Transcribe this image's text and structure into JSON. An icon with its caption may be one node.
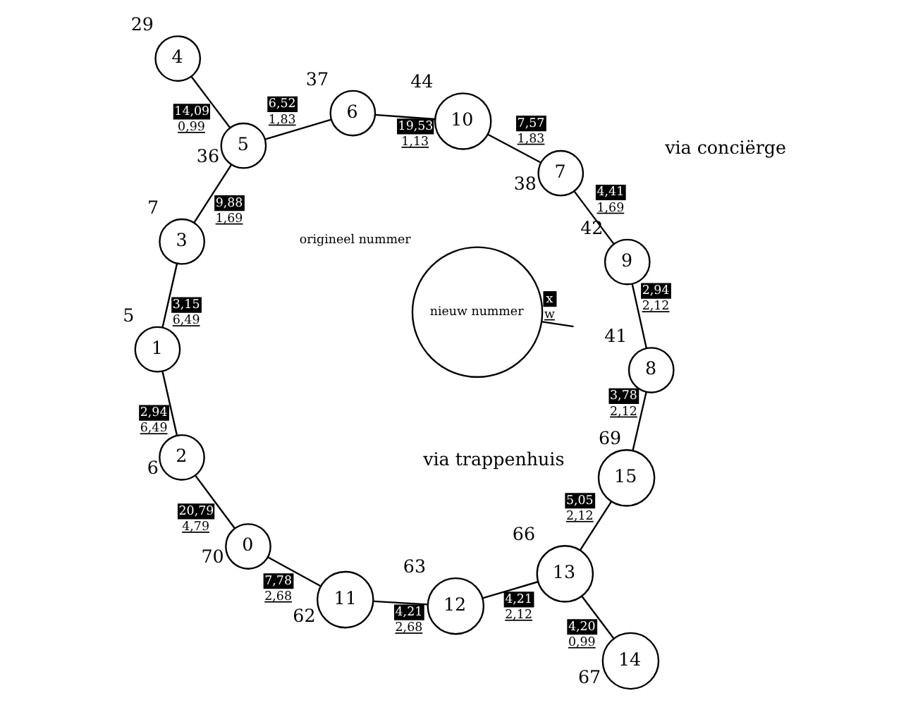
{
  "diagram": {
    "nodes": [
      {
        "text": [
          "4"
        ],
        "beside": [
          "29"
        ]
      },
      {
        "text": [
          "1"
        ],
        "beside": [
          "5"
        ]
      },
      {
        "text": [
          "2"
        ],
        "beside": [
          "6"
        ]
      },
      {
        "text": [
          "3"
        ],
        "beside": [
          "7"
        ]
      },
      {
        "text": [
          "5"
        ],
        "beside": [
          "36"
        ]
      },
      {
        "text": [
          "0"
        ],
        "beside": [
          "70"
        ]
      },
      {
        "text": [
          "11"
        ],
        "beside": [
          "62"
        ]
      },
      {
        "text": [
          "6"
        ],
        "beside": [
          "37"
        ]
      },
      {
        "text": [
          "12"
        ],
        "beside": [
          "63"
        ]
      },
      {
        "text": [
          "10"
        ],
        "beside": [
          "44"
        ]
      },
      {
        "text": [
          "13"
        ],
        "beside": [
          "66"
        ]
      },
      {
        "text": [
          "7"
        ],
        "beside": [
          "38"
        ]
      },
      {
        "text": [
          "15"
        ],
        "beside": [
          "69"
        ]
      },
      {
        "text": [
          "nieuw nummer"
        ],
        "beside": [
          "origineel nummer"
        ]
      },
      {
        "text": [
          "9"
        ],
        "beside": [
          "42"
        ]
      },
      {
        "text": [
          "8"
        ],
        "beside": [
          "41"
        ]
      },
      {
        "text": [
          "14"
        ],
        "beside": [
          "67"
        ]
      }
    ],
    "edges": [
      {
        "from": 0,
        "to": 4,
        "arrow": "none",
        "label": [
          "14,09",
          "0,99"
        ]
      },
      {
        "from": 4,
        "to": 3,
        "arrow": "none",
        "label": [
          "9,88",
          "1,69"
        ]
      },
      {
        "from": 3,
        "to": 1,
        "arrow": "none",
        "label": [
          "3,15",
          "6,49"
        ]
      },
      {
        "from": 1,
        "to": 2,
        "arrow": "none",
        "label": [
          "2,94",
          "6,49"
        ]
      },
      {
        "from": 2,
        "to": 5,
        "arrow": "none",
        "label": [
          "20,79",
          "4,79"
        ]
      },
      {
        "from": 5,
        "to": 6,
        "arrow": "none",
        "label": [
          "7,78",
          "2,68"
        ]
      },
      {
        "from": 6,
        "to": 8,
        "arrow": "none",
        "label": [
          "4,21",
          "2,68"
        ]
      },
      {
        "from": 8,
        "to": 10,
        "arrow": "none",
        "label": [
          "4,21",
          "2,12"
        ]
      },
      {
        "from": 10,
        "to": 16,
        "arrow": "none",
        "label": [
          "4,20",
          "0,99"
        ]
      },
      {
        "from": 10,
        "to": 12,
        "arrow": "none",
        "label": [
          "5,05",
          "2,12"
        ]
      },
      {
        "from": 12,
        "to": 15,
        "arrow": "none",
        "label": [
          "3,78",
          "2,12"
        ]
      },
      {
        "from": 15,
        "to": 14,
        "arrow": "none",
        "label": [
          "2,94",
          "2,12"
        ]
      },
      {
        "from": 14,
        "to": 11,
        "arrow": "none",
        "label": [
          "4,41",
          "1,69"
        ]
      },
      {
        "from": 11,
        "to": 9,
        "arrow": "none",
        "label": [
          "7,57",
          "1,83"
        ]
      },
      {
        "from": 9,
        "to": 7,
        "arrow": "none",
        "label": [
          "19,53",
          "1,13"
        ]
      },
      {
        "from": 7,
        "to": 4,
        "arrow": "none",
        "label": [
          "6,52",
          "1,83"
        ]
      },
      {
        "from": 13,
        "to": null,
        "arrow": "none",
        "label": [
          "x",
          "w"
        ]
      }
    ],
    "labels": [
      "via conciërge",
      "via trappenhuis"
    ]
  }
}
